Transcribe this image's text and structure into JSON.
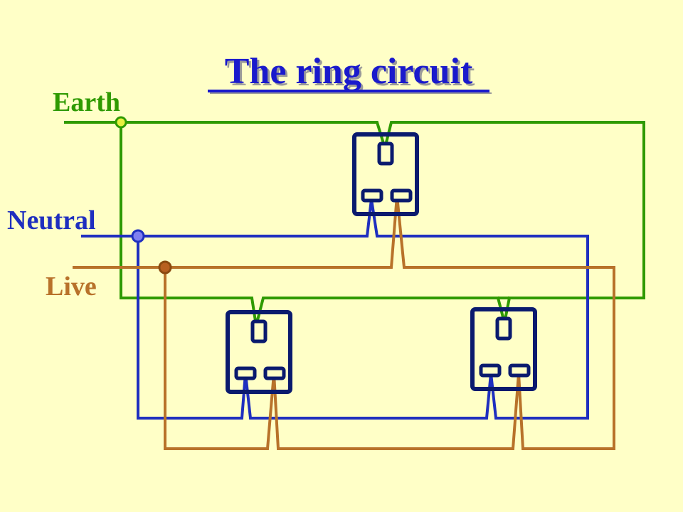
{
  "title": "The ring circuit",
  "wires": {
    "earth": {
      "label": "Earth",
      "color": "#2f9a00"
    },
    "neutral": {
      "label": "Neutral",
      "color": "#1f2fbf"
    },
    "live": {
      "label": "Live",
      "color": "#b8722a"
    }
  },
  "colors": {
    "background": "#ffffc7",
    "title": "#1a1acc",
    "socket": "#0a1a6e",
    "earth_dot": "#e8f040",
    "neutral_dot": "#8080f0",
    "live_dot": "#b86020"
  }
}
